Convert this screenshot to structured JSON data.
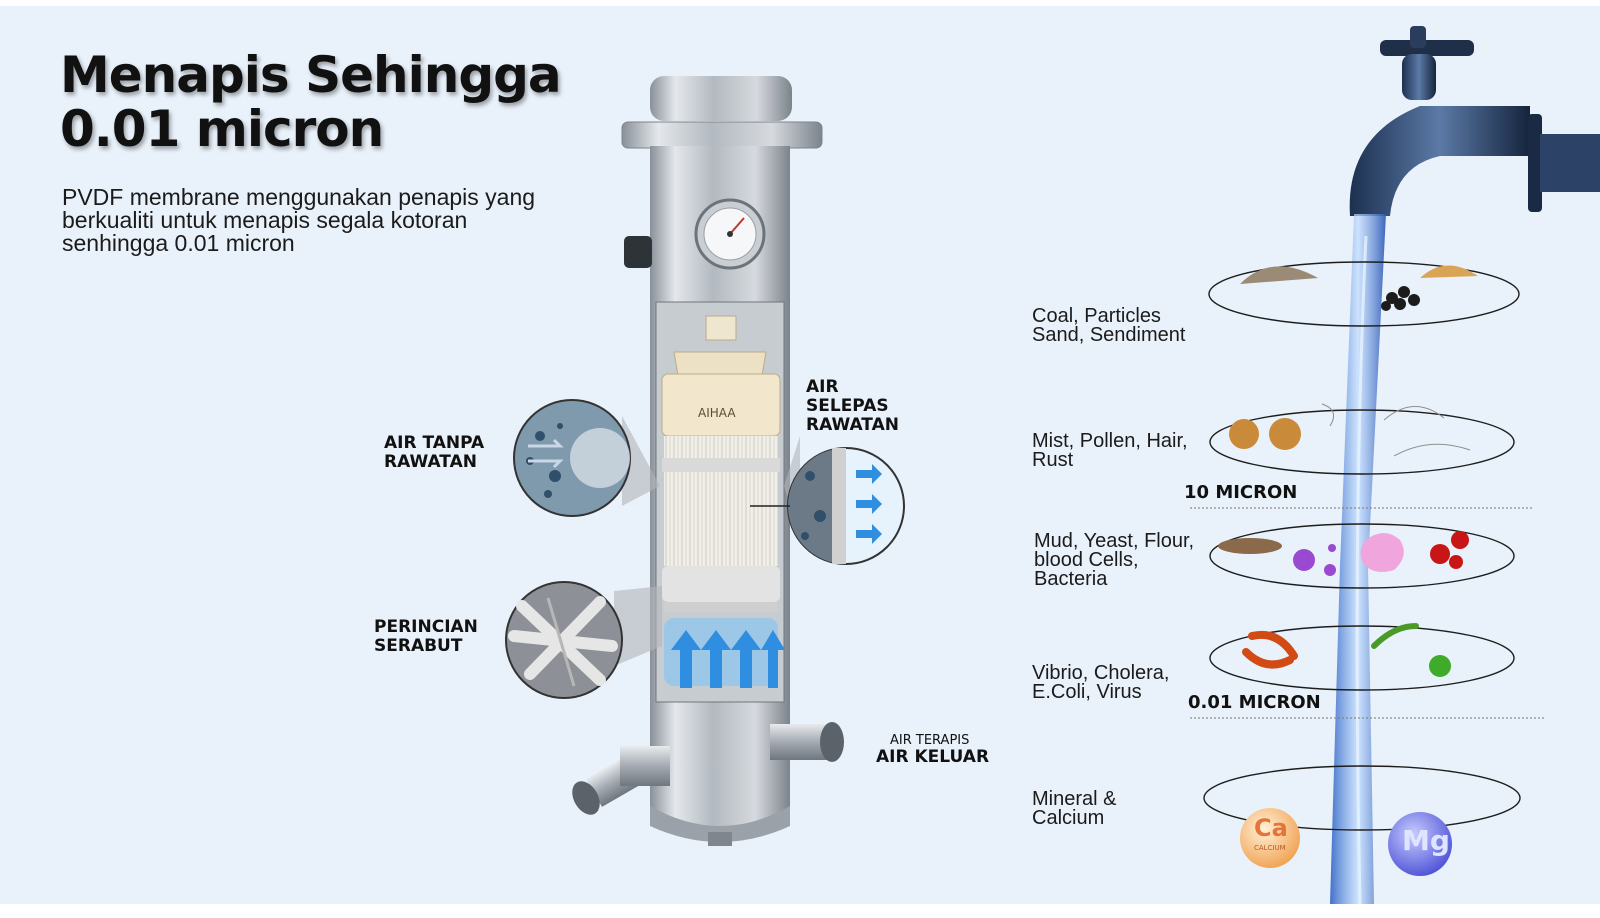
{
  "heading": {
    "line1": "Menapis Sehingga",
    "line2": "0.01 micron"
  },
  "description": {
    "line1": "PVDF membrane menggunakan penapis yang",
    "line2": "berkualiti untuk menapis segala kotoran",
    "line3": "senhingga 0.01 micron"
  },
  "filter": {
    "brand": "AIHAA",
    "inlet_label": {
      "line1": "AIR TANPA",
      "line2": "RAWATAN"
    },
    "treated_label": {
      "line1": "AIR",
      "line2": "SELEPAS",
      "line3": "RAWATAN"
    },
    "fiber_label": {
      "line1": "PERINCIAN",
      "line2": "SERABUT"
    },
    "outlet_label": {
      "small": "AIR TERAPIS",
      "main": "AIR KELUAR"
    }
  },
  "contaminants": [
    {
      "line1": "Coal, Particles",
      "line2": "Sand, Sendiment"
    },
    {
      "line1": "Mist, Pollen, Hair,",
      "line2": "Rust"
    },
    {
      "line1": "Mud, Yeast, Flour,",
      "line2": "blood Cells,",
      "line3": "Bacteria"
    },
    {
      "line1": "Vibrio, Cholera,",
      "line2": "E.Coli, Virus"
    },
    {
      "line1": "Mineral &",
      "line2": "Calcium"
    }
  ],
  "thresholds": {
    "first": "10 MICRON",
    "second": "0.01 MICRON"
  },
  "minerals": {
    "calcium_symbol": "Ca",
    "calcium_name": "CALCIUM",
    "magnesium_symbol": "Mg"
  },
  "colors": {
    "background": "#e9f1fa",
    "steel": "#b9bec4",
    "water": "#3f7fd8",
    "arrow": "#2f8ee0"
  }
}
